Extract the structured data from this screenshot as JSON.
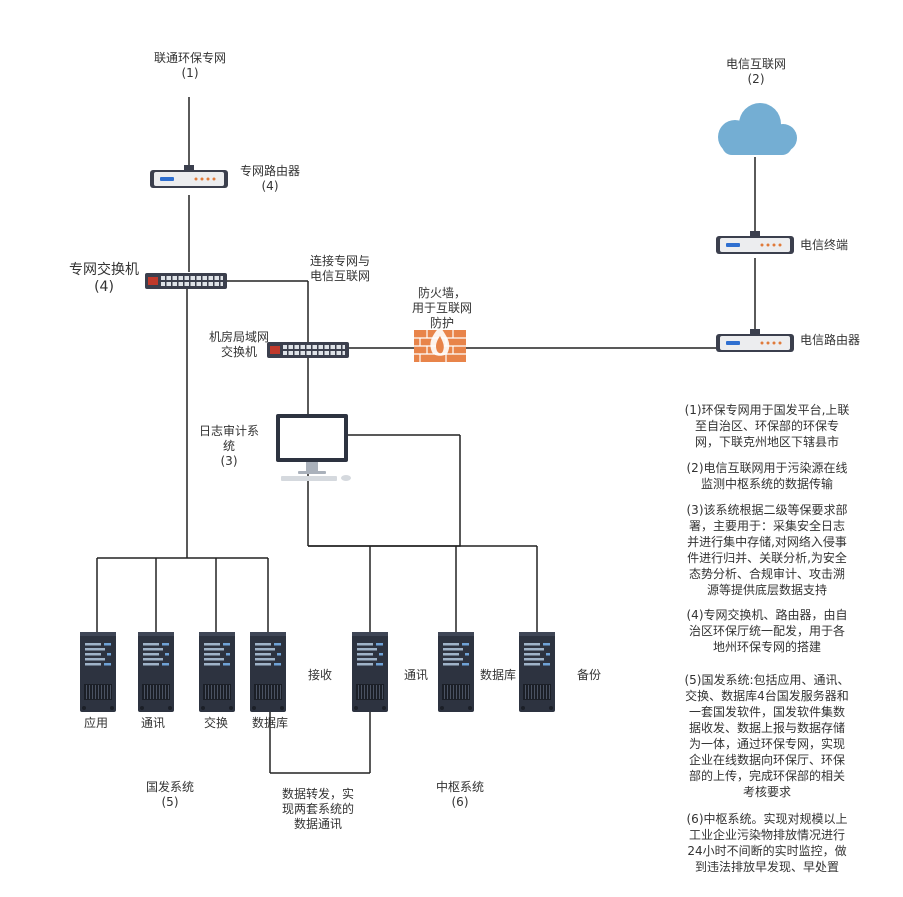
{
  "nodes": {
    "unicom_net": {
      "name": "联通环保专网",
      "num": "(1)"
    },
    "telecom_net": {
      "name": "电信互联网",
      "num": "(2)"
    },
    "private_router": {
      "name": "专网路由器",
      "num": "(4)"
    },
    "private_switch": {
      "name": "专网交换机",
      "num": "(4)"
    },
    "link_label": {
      "line1": "连接专网与",
      "line2": "电信互联网"
    },
    "firewall": {
      "line1": "防火墙，",
      "line2": "用于互联网",
      "line3": "防护"
    },
    "room_switch": {
      "line1": "机房局域网",
      "line2": "交换机"
    },
    "telecom_terminal": {
      "name": "电信终端"
    },
    "telecom_router": {
      "name": "电信路由器"
    },
    "log_audit": {
      "line1": "日志审计系",
      "line2": "统",
      "num": "(3)"
    },
    "national_servers": {
      "app": "应用",
      "comm": "通讯",
      "exchange": "交换",
      "db": "数据库"
    },
    "central_servers": {
      "receive": "接收",
      "comm": "通讯",
      "db": "数据库",
      "backup": "备份"
    },
    "national_system": {
      "name": "国发系统",
      "num": "(5)"
    },
    "central_system": {
      "name": "中枢系统",
      "num": "(6)"
    },
    "forwarding": {
      "line1": "数据转发，实",
      "line2": "现两套系统的",
      "line3": "数据通讯"
    }
  },
  "notes": [
    [
      "(1)环保专网用于国发平台,上联",
      "至自治区、环保部的环保专",
      "网，下联克州地区下辖县市"
    ],
    [
      "(2)电信互联网用于污染源在线",
      "监测中枢系统的数据传输"
    ],
    [
      "(3)该系统根据二级等保要求部",
      "署，主要用于：采集安全日志",
      "并进行集中存储,对网络入侵事",
      "件进行归并、关联分析,为安全",
      "态势分析、合规审计、攻击溯",
      "源等提供底层数据支持"
    ],
    [
      "(4)专网交换机、路由器，由自",
      "治区环保厅统一配发，用于各",
      "地州环保专网的搭建"
    ],
    [
      "(5)国发系统:包括应用、通讯、",
      "交换、数据库4台国发服务器和",
      "一套国发软件，国发软件集数",
      "据收发、数据上报与数据存储",
      "为一体，通过环保专网，实现",
      "企业在线数据向环保厅、环保",
      "部的上传，完成环保部的相关",
      "考核要求"
    ],
    [
      "(6)中枢系统。实现对规模以上",
      "工业企业污染物排放情况进行",
      "24小时不间断的实时监控，做",
      "到违法排放早发现、早处置"
    ]
  ],
  "colors": {
    "line": "#222222",
    "device": "#3b3f4d",
    "cloud": "#74aed3",
    "server": "#2d3340",
    "firewall": "#e8844a"
  }
}
